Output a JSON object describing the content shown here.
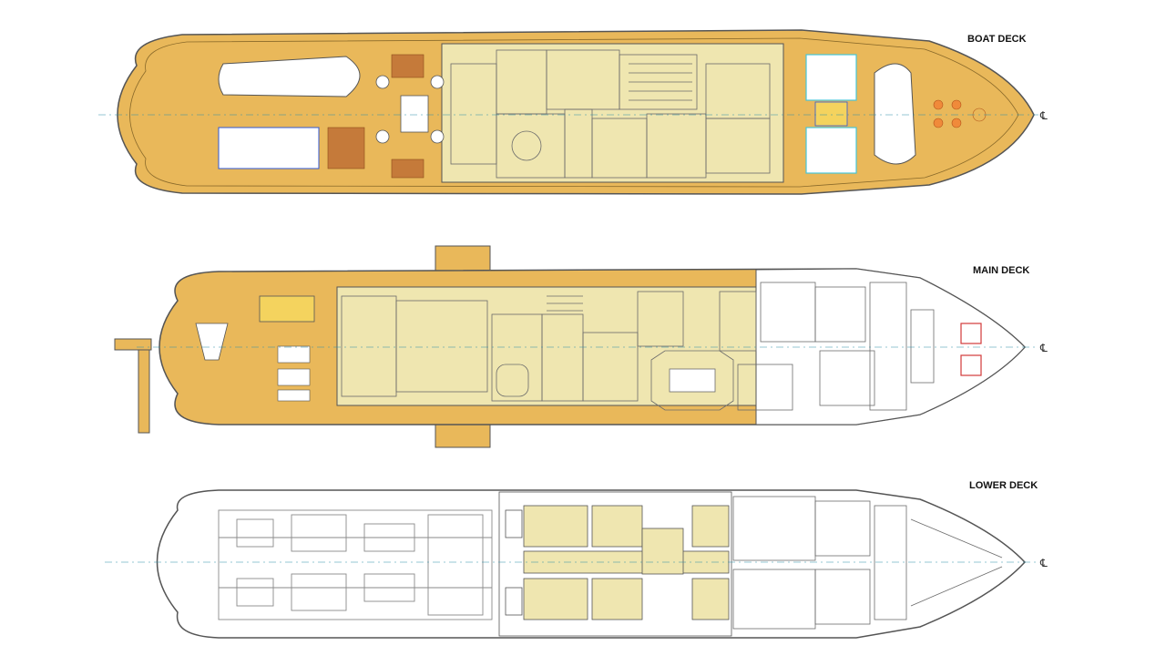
{
  "labels": {
    "boat_deck": "BOAT DECK",
    "main_deck": "MAIN DECK",
    "lower_deck": "LOWER DECK",
    "centerline": "℄"
  },
  "colors": {
    "deck_wood": "#e9b85a",
    "deck_wood_light": "#f1cd7e",
    "interior_fill": "#efe6b0",
    "hull_outline": "#555555",
    "plan_lines": "#6b6b6b",
    "lower_deck_machinery": "#8a8a8a",
    "accent_blue": "#2f57d6",
    "accent_cyan": "#46c6d9",
    "accent_red": "#d23a3a",
    "accent_magenta": "#c04bc8",
    "tender_white": "#ffffff"
  },
  "icons": [
    "centerline-symbol-icon"
  ]
}
